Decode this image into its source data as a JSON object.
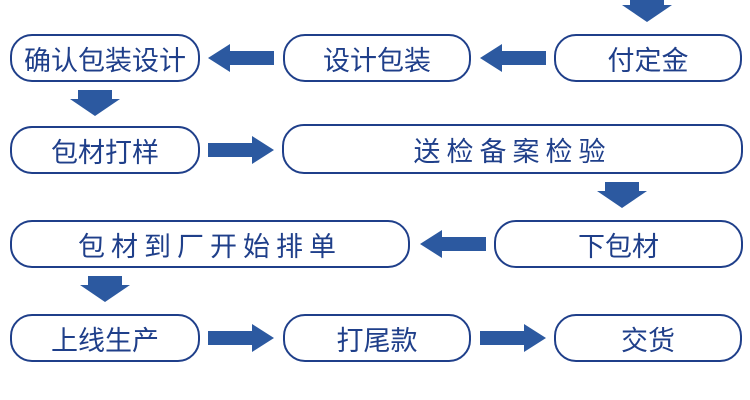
{
  "colors": {
    "arrow": "#2c59a0",
    "border": "#1f3f8a",
    "text": "#1f3f8a"
  },
  "steps": [
    {
      "id": "confirm_design",
      "label": "确认包装设计"
    },
    {
      "id": "package_design",
      "label": "设计包装"
    },
    {
      "id": "deposit",
      "label": "付定金"
    },
    {
      "id": "material_sample",
      "label": "包材打样"
    },
    {
      "id": "inspection_filing",
      "label": "送检备案检验"
    },
    {
      "id": "order_materials",
      "label": "下包材"
    },
    {
      "id": "materials_to_factory",
      "label": "包材到厂开始排单"
    },
    {
      "id": "production",
      "label": "上线生产"
    },
    {
      "id": "final_payment",
      "label": "打尾款"
    },
    {
      "id": "delivery",
      "label": "交货"
    }
  ]
}
